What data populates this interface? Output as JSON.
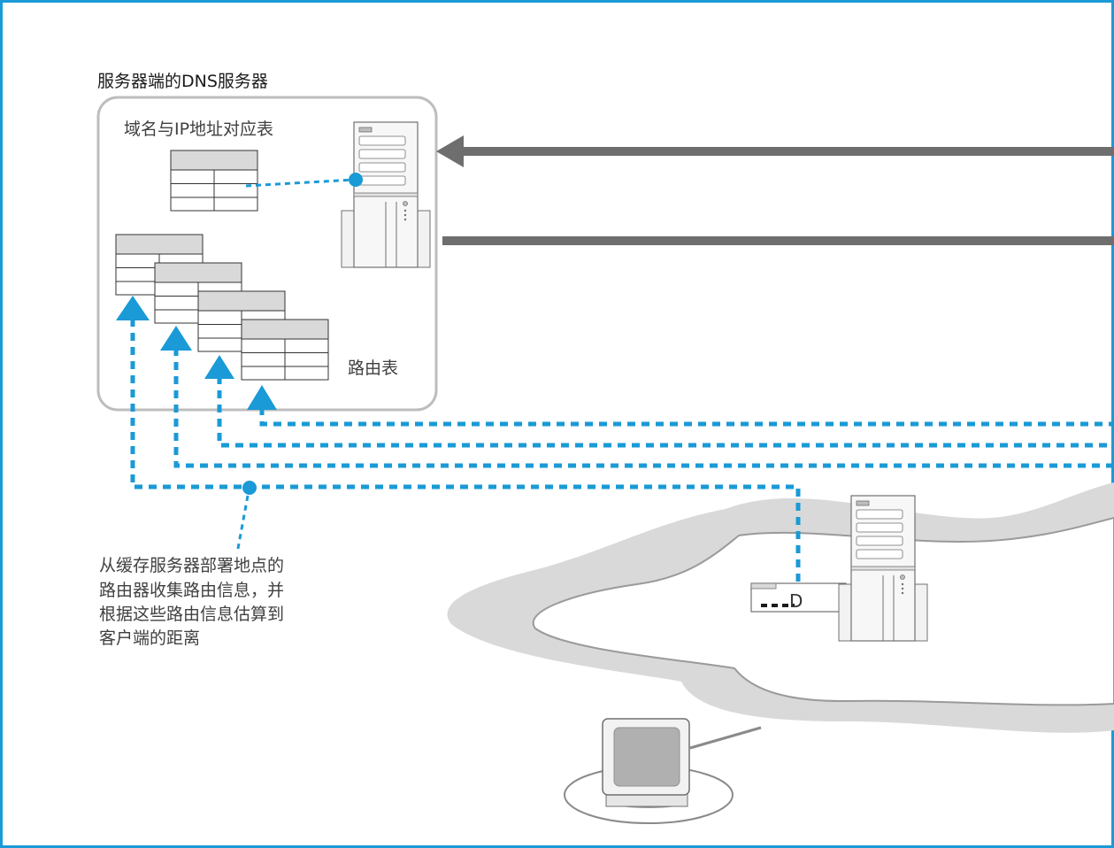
{
  "dns_server_box": {
    "title": "服务器端的DNS服务器",
    "mapping_table_label": "域名与IP地址对应表",
    "routing_table_label": "路由表"
  },
  "annotation": {
    "lines": [
      "从缓存服务器部署地点的",
      "路由器收集路由信息，并",
      "根据这些路由信息估算到",
      "客户端的距离"
    ]
  },
  "router_label": "D",
  "colors": {
    "accent": "#1a9ad6",
    "frame": "#1a9ad6",
    "arrow": "#6e6e6e",
    "cloud": "#d9d9d9",
    "box_border": "#bdbdbd"
  }
}
